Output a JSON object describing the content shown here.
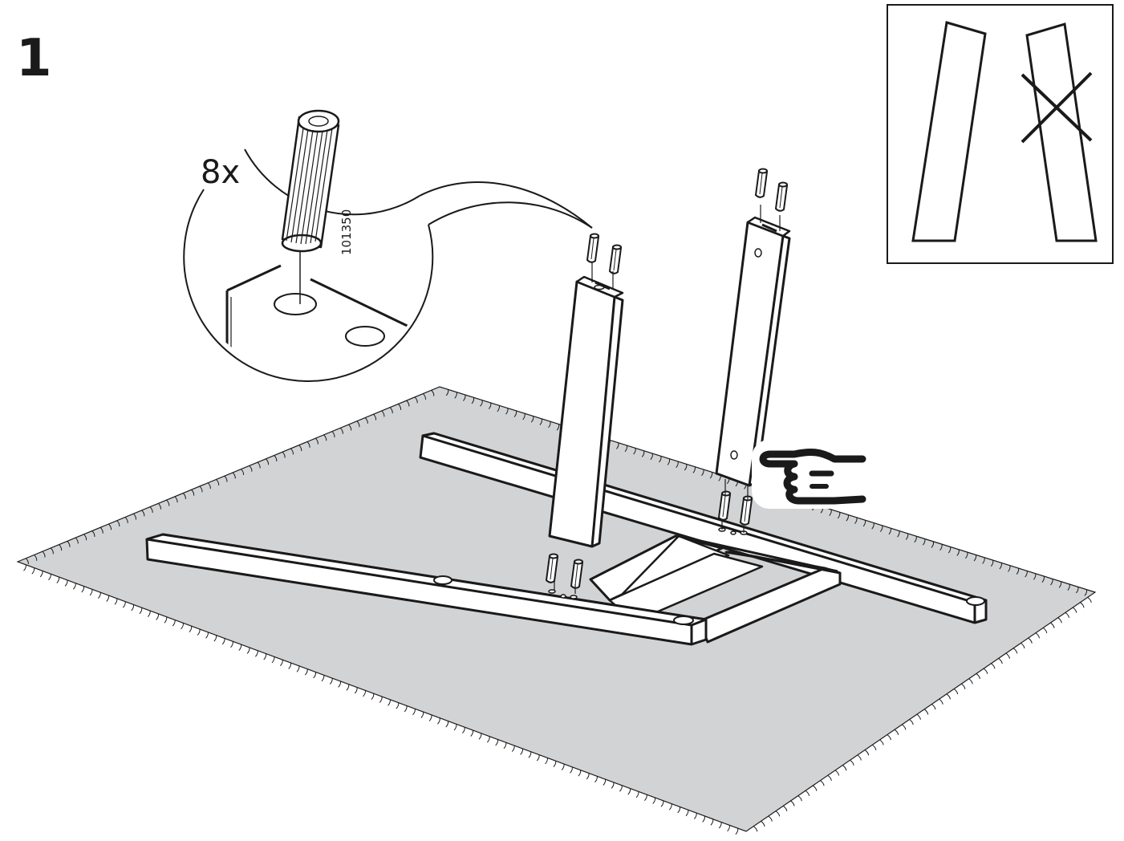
{
  "step": {
    "number": "1"
  },
  "callout": {
    "quantity": "8x",
    "part_number": "101350"
  },
  "colors": {
    "ink": "#1a1a1a",
    "mat": "#d2d3d5",
    "paper": "#ffffff"
  },
  "icons": {
    "dowel": "wooden-dowel-icon",
    "pointing_hand": "pointing-hand-icon",
    "wrong_mark": "x-mark-icon"
  }
}
